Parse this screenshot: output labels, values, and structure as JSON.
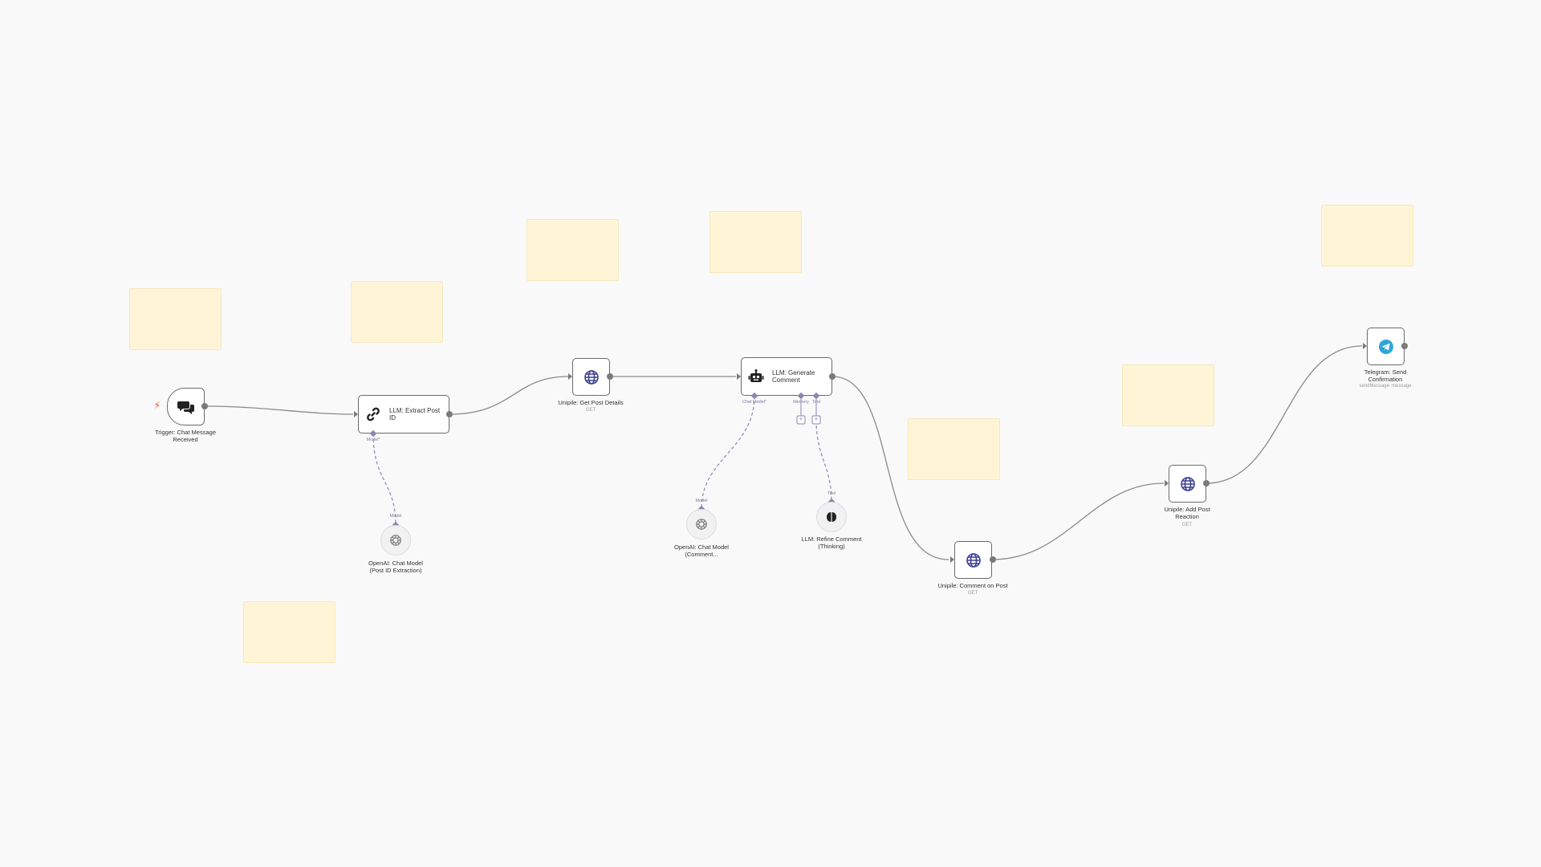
{
  "workflow": {
    "nodes": {
      "trigger": {
        "title": "Trigger: Chat Message Received",
        "icon": "chat-bubbles-icon"
      },
      "extract": {
        "title": "LLM: Extract Post ID",
        "icon": "link-icon",
        "ports": {
          "model": "Model*"
        }
      },
      "openai_extract": {
        "title": "OpenAI: Chat Model (Post ID Extraction)",
        "port": "Model",
        "icon": "openai-icon"
      },
      "get_post": {
        "title": "Unipile: Get Post Details",
        "subtitle": "GET",
        "icon": "globe-icon"
      },
      "generate": {
        "title": "LLM: Generate Comment",
        "icon": "robot-icon",
        "ports": {
          "chat_model": "Chat Model*",
          "memory": "Memory",
          "tool": "Tool"
        }
      },
      "openai_comment": {
        "title": "OpenAI: Chat Model (Comment...",
        "port": "Model",
        "icon": "openai-icon"
      },
      "refine": {
        "title": "LLM: Refine Comment (Thinking)",
        "port": "Tool",
        "icon": "brain-icon"
      },
      "comment": {
        "title": "Unipile: Comment on Post",
        "subtitle": "GET",
        "icon": "globe-icon"
      },
      "reaction": {
        "title": "Unipile: Add Post Reaction",
        "subtitle": "GET",
        "icon": "globe-icon"
      },
      "telegram": {
        "title": "Telegram: Send Confirmation",
        "subtitle": "sendMessage: message",
        "icon": "telegram-icon"
      }
    },
    "colors": {
      "canvas": "#f9f9f9",
      "sticky": "#fff5d6",
      "node_border": "#6b6b6b",
      "connection": "#7a7a7a",
      "sub_connection": "#8a87b2",
      "trigger_bolt": "#e8553a",
      "telegram": "#2ea6da",
      "globe": "#3b3f8f"
    }
  }
}
